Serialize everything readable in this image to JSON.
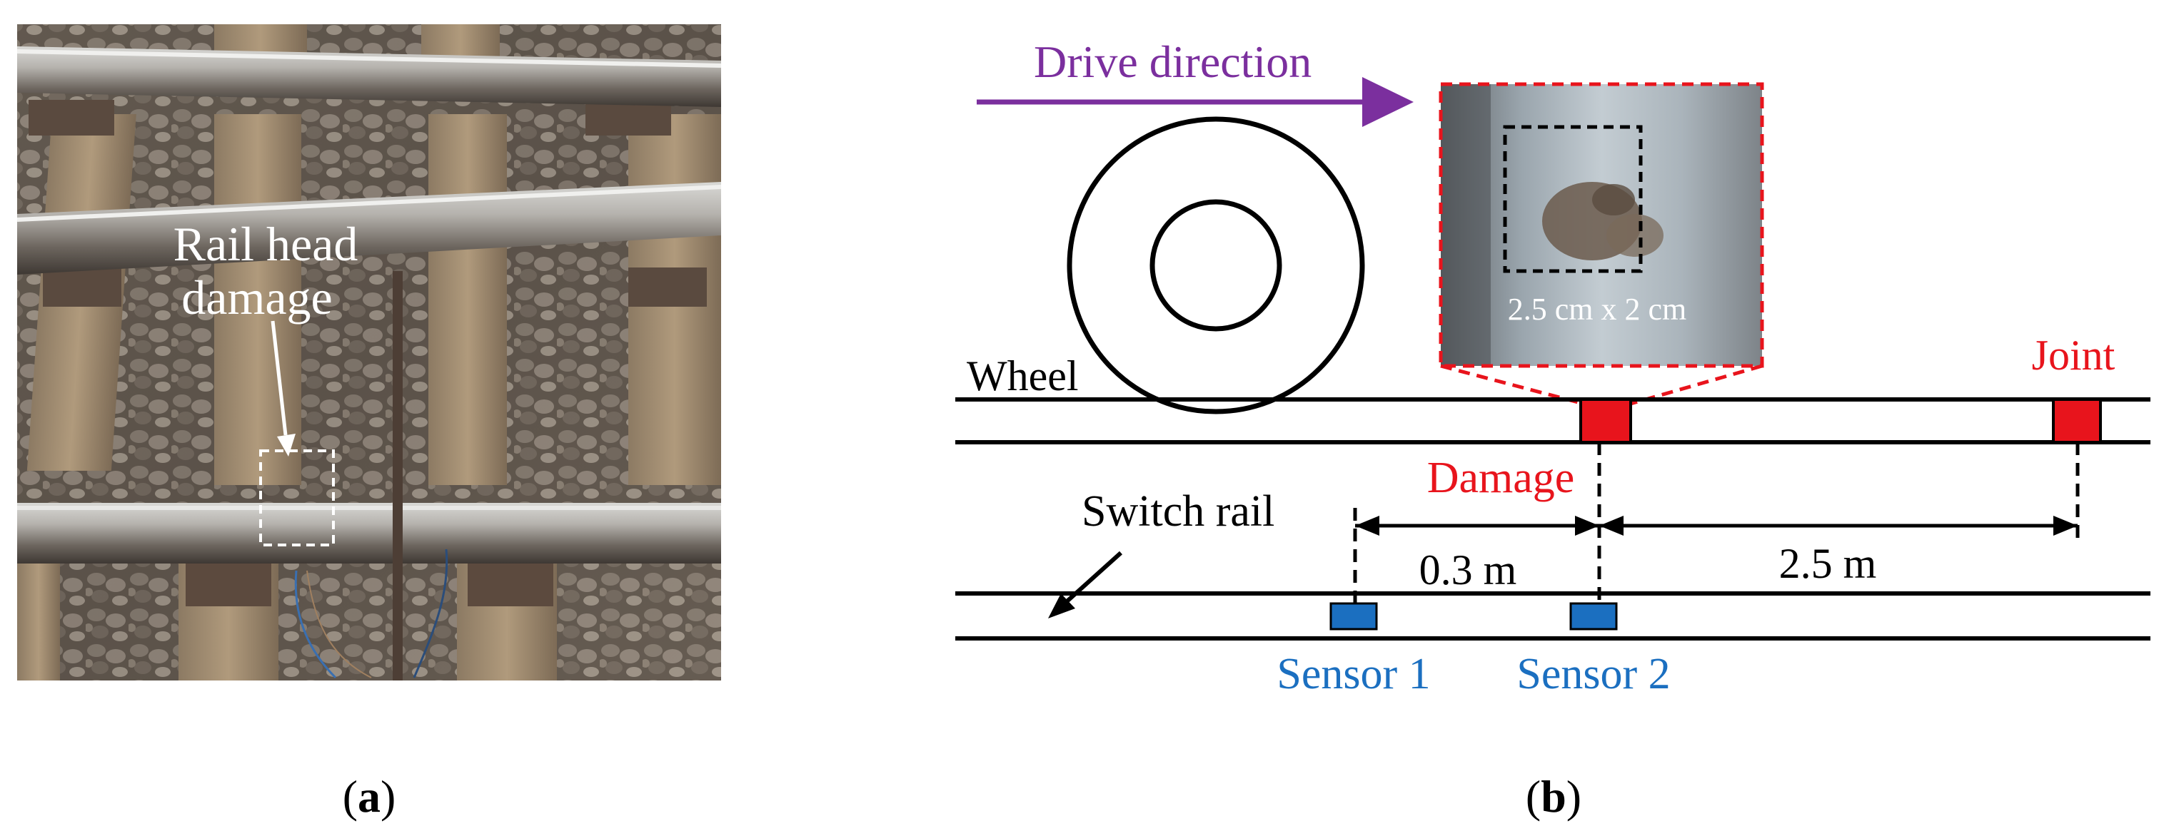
{
  "panel_a": {
    "caption": "(a)",
    "caption_letter": "a",
    "callout_line1": "Rail head",
    "callout_line2": "damage"
  },
  "panel_b": {
    "caption": "(b)",
    "caption_letter": "b",
    "drive_direction": "Drive direction",
    "wheel_label": "Wheel",
    "joint_label": "Joint",
    "damage_label": "Damage",
    "switch_rail_label": "Switch rail",
    "dim_sensor_spacing": "0.3 m",
    "dim_damage_to_joint": "2.5 m",
    "sensor1_label": "Sensor 1",
    "sensor2_label": "Sensor 2",
    "inset_size_label": "2.5 cm x 2 cm"
  },
  "colors": {
    "purple": "#7b2f9e",
    "red": "#e8141c",
    "blue": "#1b6fc0",
    "black": "#000000"
  }
}
